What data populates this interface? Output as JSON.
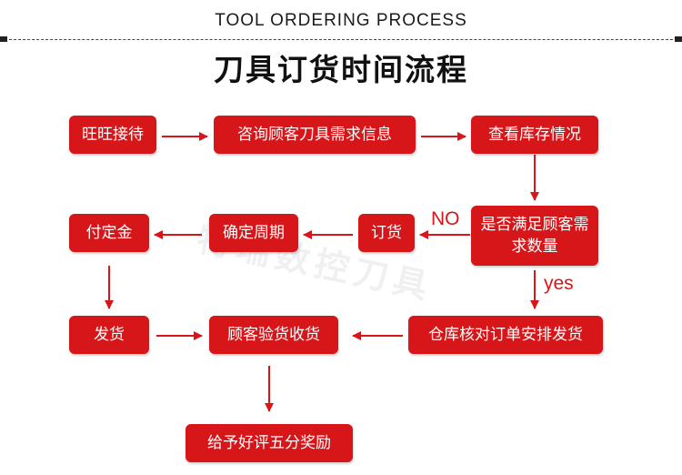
{
  "header": {
    "english_title": "TOOL ORDERING PROCESS",
    "chinese_title": "刀具订货时间流程"
  },
  "watermark": "特瑞数控刀具",
  "steps": {
    "wangwang": "旺旺接待",
    "consult": "咨询顾客刀具需求信息",
    "stock": "查看库存情况",
    "meets": "是否满足顾客需求数量",
    "order": "订货",
    "confirm": "确定周期",
    "deposit": "付定金",
    "warehouse": "仓库核对订单安排发货",
    "inspect": "顾客验货收货",
    "ship": "发货",
    "review": "给予好评五分奖励"
  },
  "labels": {
    "no": "NO",
    "yes": "yes"
  },
  "colors": {
    "box": "#d7161a",
    "arrow": "#d7161a",
    "text": "#ffffff"
  }
}
